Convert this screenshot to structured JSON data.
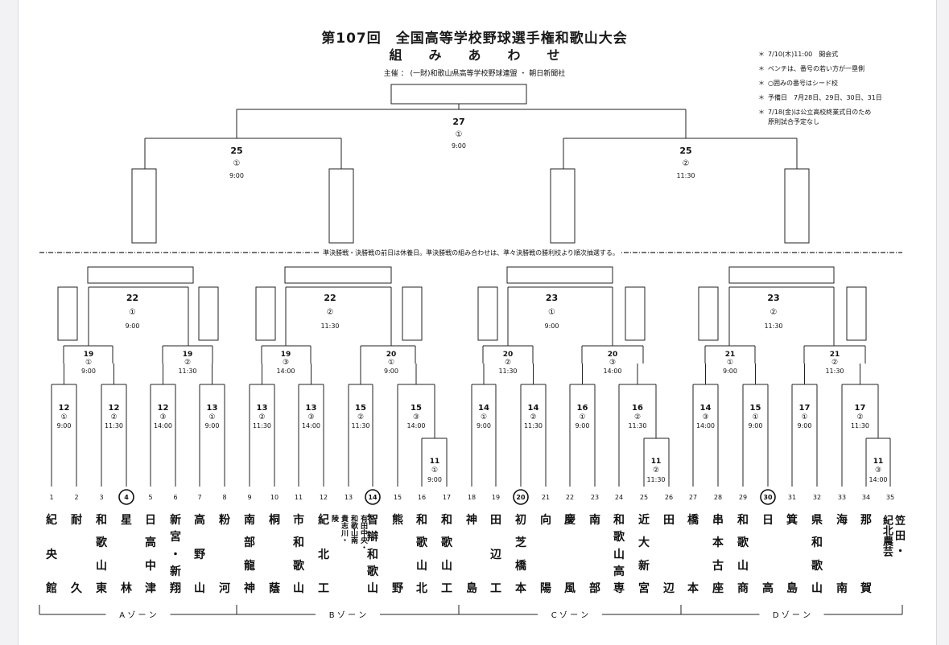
{
  "header": {
    "title": "第107回　全国高等学校野球選手権和歌山大会",
    "subtitle": "組みあわせ",
    "organizer": "主催 ： (一財)和歌山県高等学校野球連盟 ・ 朝日新聞社"
  },
  "notes": [
    {
      "bullet": "＊",
      "text": "7/10(木)11:00　開会式"
    },
    {
      "bullet": "＊",
      "text": "ベンチは、番号の若い方が一塁側"
    },
    {
      "bullet": "＊",
      "text": "○囲みの番号はシード校"
    },
    {
      "bullet": "＊",
      "text": "予備日　7月28日、29日、30日、31日"
    },
    {
      "bullet": "＊",
      "text": "7/18(金)は公立高校終業式日のため\n原則試合予定なし"
    }
  ],
  "banner": "準決勝戦・決勝戦の前日は休養日。準決勝戦の組み合わせは、準々決勝戦の勝利校より順次抽選する。",
  "final": {
    "date": "27",
    "game": "①",
    "time": "9:00"
  },
  "semifinals": [
    {
      "date": "25",
      "game": "①",
      "time": "9:00"
    },
    {
      "date": "25",
      "game": "②",
      "time": "11:30"
    }
  ],
  "quarterfinals": [
    {
      "date": "22",
      "game": "①",
      "time": "9:00"
    },
    {
      "date": "22",
      "game": "②",
      "time": "11:30"
    },
    {
      "date": "23",
      "game": "①",
      "time": "9:00"
    },
    {
      "date": "23",
      "game": "②",
      "time": "11:30"
    }
  ],
  "round3": [
    {
      "date": "19",
      "game": "①",
      "time": "9:00"
    },
    {
      "date": "19",
      "game": "②",
      "time": "11:30"
    },
    {
      "date": "19",
      "game": "③",
      "time": "14:00"
    },
    {
      "date": "20",
      "game": "①",
      "time": "9:00"
    },
    {
      "date": "20",
      "game": "②",
      "time": "11:30"
    },
    {
      "date": "20",
      "game": "③",
      "time": "14:00"
    },
    {
      "date": "21",
      "game": "①",
      "time": "9:00"
    },
    {
      "date": "21",
      "game": "②",
      "time": "11:30"
    }
  ],
  "round2": [
    {
      "date": "12",
      "game": "①",
      "time": "9:00"
    },
    {
      "date": "12",
      "game": "②",
      "time": "11:30"
    },
    {
      "date": "12",
      "game": "③",
      "time": "14:00"
    },
    {
      "date": "13",
      "game": "①",
      "time": "9:00"
    },
    {
      "date": "13",
      "game": "②",
      "time": "11:30"
    },
    {
      "date": "13",
      "game": "③",
      "time": "14:00"
    },
    {
      "date": "15",
      "game": "②",
      "time": "11:30"
    },
    {
      "date": "15",
      "game": "③",
      "time": "14:00"
    },
    {
      "date": "14",
      "game": "①",
      "time": "9:00"
    },
    {
      "date": "14",
      "game": "②",
      "time": "11:30"
    },
    {
      "date": "16",
      "game": "①",
      "time": "9:00"
    },
    {
      "date": "16",
      "game": "②",
      "time": "11:30"
    },
    {
      "date": "14",
      "game": "③",
      "time": "14:00"
    },
    {
      "date": "15",
      "game": "①",
      "time": "9:00"
    },
    {
      "date": "17",
      "game": "①",
      "time": "9:00"
    },
    {
      "date": "17",
      "game": "②",
      "time": "11:30"
    }
  ],
  "round1": [
    {
      "date": "11",
      "game": "①",
      "time": "9:00"
    },
    {
      "date": "11",
      "game": "②",
      "time": "11:30"
    },
    {
      "date": "11",
      "game": "③",
      "time": "14:00"
    }
  ],
  "slots": [
    {
      "n": "1",
      "seed": false
    },
    {
      "n": "2",
      "seed": false
    },
    {
      "n": "3",
      "seed": false
    },
    {
      "n": "4",
      "seed": true
    },
    {
      "n": "5",
      "seed": false
    },
    {
      "n": "6",
      "seed": false
    },
    {
      "n": "7",
      "seed": false
    },
    {
      "n": "8",
      "seed": false
    },
    {
      "n": "9",
      "seed": false
    },
    {
      "n": "10",
      "seed": false
    },
    {
      "n": "11",
      "seed": false
    },
    {
      "n": "12",
      "seed": false
    },
    {
      "n": "13",
      "seed": false
    },
    {
      "n": "14",
      "seed": true
    },
    {
      "n": "15",
      "seed": false
    },
    {
      "n": "16",
      "seed": false
    },
    {
      "n": "17",
      "seed": false
    },
    {
      "n": "18",
      "seed": false
    },
    {
      "n": "19",
      "seed": false
    },
    {
      "n": "20",
      "seed": true
    },
    {
      "n": "21",
      "seed": false
    },
    {
      "n": "22",
      "seed": false
    },
    {
      "n": "23",
      "seed": false
    },
    {
      "n": "24",
      "seed": false
    },
    {
      "n": "25",
      "seed": false
    },
    {
      "n": "26",
      "seed": false
    },
    {
      "n": "27",
      "seed": false
    },
    {
      "n": "28",
      "seed": false
    },
    {
      "n": "29",
      "seed": false
    },
    {
      "n": "30",
      "seed": true
    },
    {
      "n": "31",
      "seed": false
    },
    {
      "n": "32",
      "seed": false
    },
    {
      "n": "33",
      "seed": false
    },
    {
      "n": "34",
      "seed": false
    },
    {
      "n": "35",
      "seed": false
    }
  ],
  "schools": [
    {
      "name": "紀央館"
    },
    {
      "name": "耐久"
    },
    {
      "name": "和歌山東"
    },
    {
      "name": "星林"
    },
    {
      "name": "日高中津"
    },
    {
      "name": "新宮・新翔"
    },
    {
      "name": "高野山"
    },
    {
      "name": "粉河"
    },
    {
      "name": "南部龍神"
    },
    {
      "name": "桐蔭"
    },
    {
      "name": "市和歌山"
    },
    {
      "name": "紀北工"
    },
    {
      "name": "有田中央・貴志川・和歌山南陵"
    },
    {
      "name": "智辯和歌山"
    },
    {
      "name": "熊野"
    },
    {
      "name": "和歌山北"
    },
    {
      "name": "和歌山工"
    },
    {
      "name": "神島"
    },
    {
      "name": "田辺工"
    },
    {
      "name": "初芝橋本"
    },
    {
      "name": "向陽"
    },
    {
      "name": "慶風"
    },
    {
      "name": "南部"
    },
    {
      "name": "和歌山高専"
    },
    {
      "name": "近大新宮"
    },
    {
      "name": "田辺"
    },
    {
      "name": "橋本"
    },
    {
      "name": "串本古座"
    },
    {
      "name": "和歌山商"
    },
    {
      "name": "日高"
    },
    {
      "name": "箕島"
    },
    {
      "name": "県和歌山"
    },
    {
      "name": "海南"
    },
    {
      "name": "那賀"
    },
    {
      "name": "笠田・紀北農芸"
    }
  ],
  "combo_columns": [
    "有田中央・",
    "和歌山南",
    "貴志川・",
    "陵"
  ],
  "kasa_columns": [
    "笠田・",
    "紀北農芸"
  ],
  "zones": [
    {
      "label": "A ゾ ー ン"
    },
    {
      "label": "B ゾ ー ン"
    },
    {
      "label": "C ゾ ー ン"
    },
    {
      "label": "D ゾ ー ン"
    }
  ]
}
